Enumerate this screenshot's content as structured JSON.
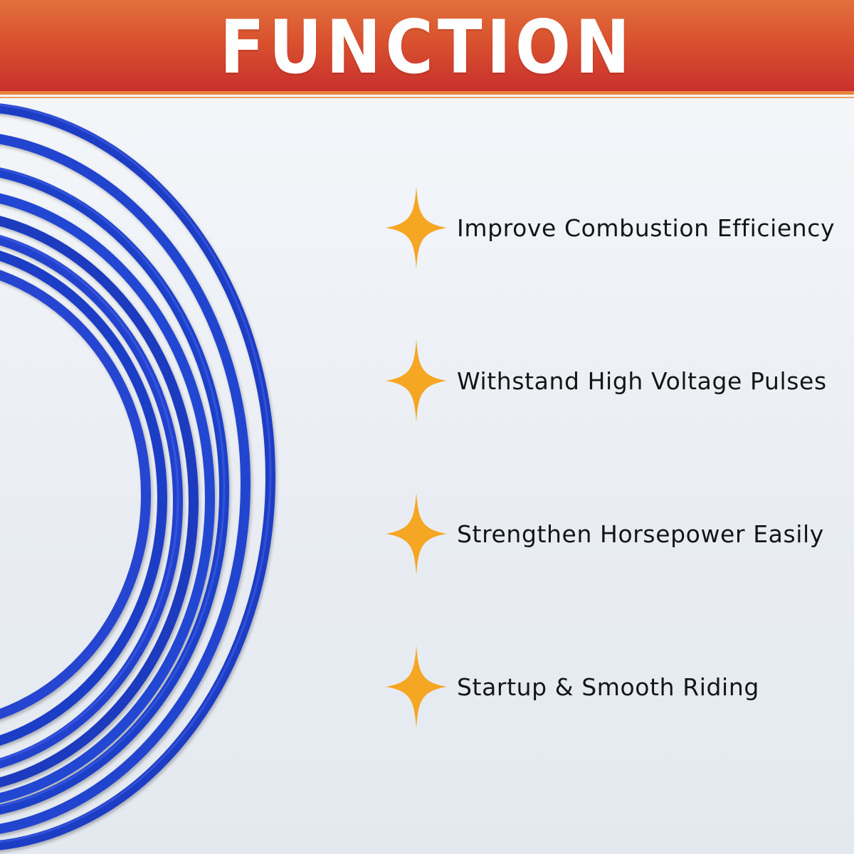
{
  "header": {
    "title": "FUNCTION",
    "bg_top": "#e2703c",
    "bg_bottom": "#c9302e"
  },
  "product": {
    "cable_color": "#1f3fc8",
    "icon": "blue-cable-coil"
  },
  "features": [
    {
      "icon": "sparkle-icon",
      "label": "Improve Combustion Efficiency"
    },
    {
      "icon": "sparkle-icon",
      "label": "Withstand High Voltage Pulses"
    },
    {
      "icon": "sparkle-icon",
      "label": "Strengthen Horsepower Easily"
    },
    {
      "icon": "sparkle-icon",
      "label": "Startup & Smooth Riding"
    }
  ],
  "accent_color": "#f5a623"
}
